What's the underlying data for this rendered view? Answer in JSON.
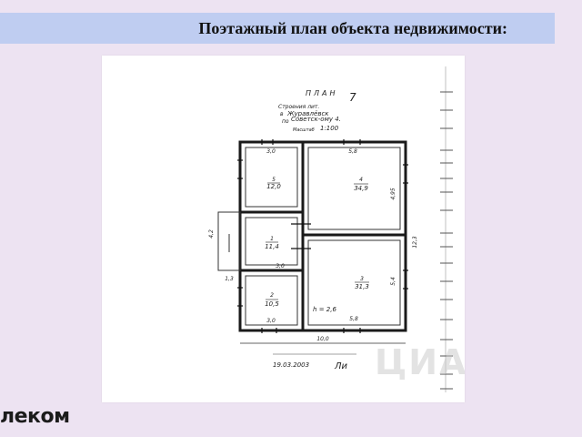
{
  "header": {
    "title": "Поэтажный план объекта недвижимости:"
  },
  "plan": {
    "heading": "ПЛАН",
    "heading_mark": "7",
    "subtitle_lines": [
      "Строения лит.",
      "в",
      "по"
    ],
    "settlement": "Журавлёвск",
    "street": "Советск-ому 4.",
    "scale_label": "Масштаб",
    "scale_value": "1:100",
    "rooms": [
      {
        "number": "5",
        "area": "12,0"
      },
      {
        "number": "4",
        "area": "34,9"
      },
      {
        "number": "1",
        "area": "11,4"
      },
      {
        "number": "3",
        "area": "31,3"
      },
      {
        "number": "2",
        "area": "10,5"
      }
    ],
    "dimensions": {
      "top_left": "3,0",
      "top_right": "5,8",
      "right_upper": "4,95",
      "right_total": "12,3",
      "right_lower": "5,4",
      "left_porch": "4,2",
      "left_low": "1,3",
      "inner_mid": "3,0",
      "bottom_left": "3,0",
      "bottom_right": "5,8",
      "bottom_total": "10,0",
      "height_mark": "h = 2,6"
    },
    "date": "19.03.2003",
    "signature": "Ли"
  },
  "watermark": {
    "text": "ЦИАН"
  },
  "brand": {
    "logo_text": "леком"
  }
}
